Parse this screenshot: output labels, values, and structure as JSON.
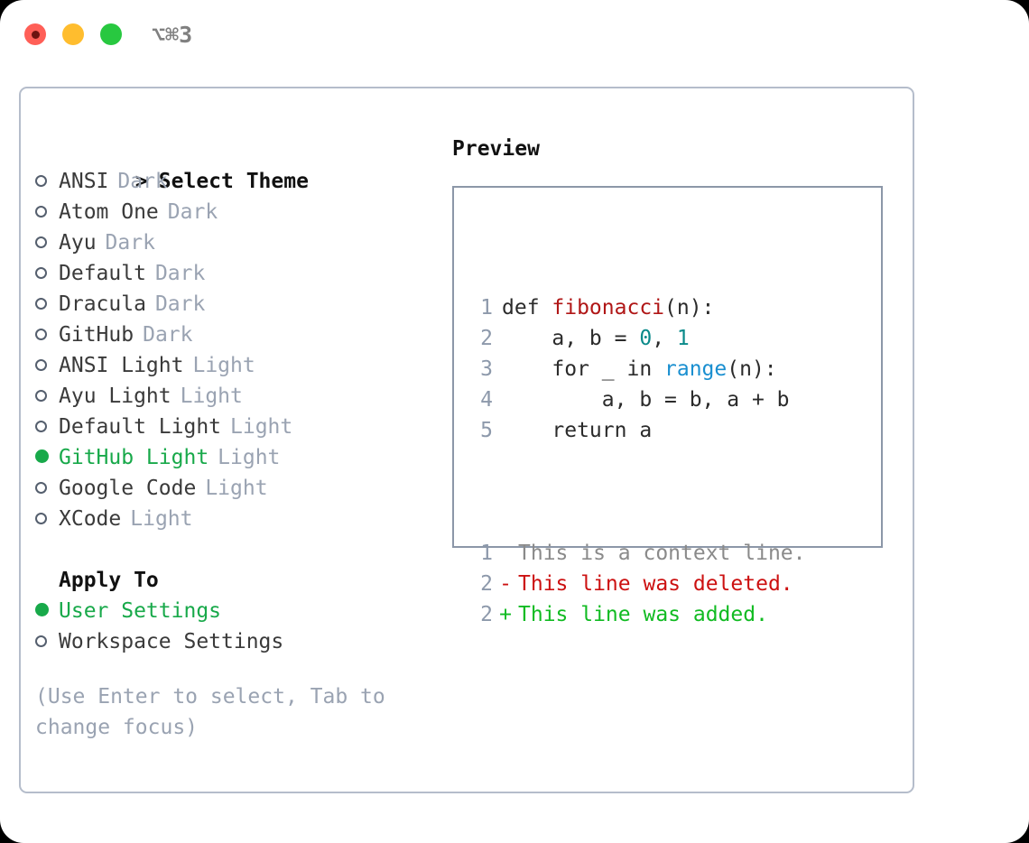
{
  "window": {
    "shortcut": "⌥⌘3",
    "traffic_lights": [
      {
        "name": "close-button",
        "color": "#ff5f57"
      },
      {
        "name": "minimize-button",
        "color": "#ffbd2e"
      },
      {
        "name": "zoom-button",
        "color": "#28c840"
      }
    ]
  },
  "theme_picker": {
    "header_prefix": "> ",
    "header": "Select Theme",
    "items": [
      {
        "marker": "empty",
        "name": "ANSI",
        "kind": "Dark",
        "selected": false
      },
      {
        "marker": "empty",
        "name": "Atom One",
        "kind": "Dark",
        "selected": false
      },
      {
        "marker": "empty",
        "name": "Ayu",
        "kind": "Dark",
        "selected": false
      },
      {
        "marker": "empty",
        "name": "Default",
        "kind": "Dark",
        "selected": false
      },
      {
        "marker": "empty",
        "name": "Dracula",
        "kind": "Dark",
        "selected": false
      },
      {
        "marker": "empty",
        "name": "GitHub",
        "kind": "Dark",
        "selected": false
      },
      {
        "marker": "empty",
        "name": "ANSI Light",
        "kind": "Light",
        "selected": false
      },
      {
        "marker": "empty",
        "name": "Ayu Light",
        "kind": "Light",
        "selected": false
      },
      {
        "marker": "empty",
        "name": "Default Light",
        "kind": "Light",
        "selected": false
      },
      {
        "marker": "filled",
        "name": "GitHub Light",
        "kind": "Light",
        "selected": true
      },
      {
        "marker": "empty",
        "name": "Google Code",
        "kind": "Light",
        "selected": false
      },
      {
        "marker": "empty",
        "name": "XCode",
        "kind": "Light",
        "selected": false
      }
    ]
  },
  "apply_to": {
    "header": "Apply To",
    "items": [
      {
        "marker": "filled",
        "name": "User Settings",
        "selected": true
      },
      {
        "marker": "empty",
        "name": "Workspace Settings",
        "selected": false
      }
    ]
  },
  "hint": "(Use Enter to select, Tab to change focus)",
  "preview": {
    "title": "Preview",
    "code_lines": [
      {
        "num": "1",
        "segments": [
          {
            "text": "def ",
            "token": "plain"
          },
          {
            "text": "fibonacci",
            "token": "fn"
          },
          {
            "text": "(n):",
            "token": "plain"
          }
        ]
      },
      {
        "num": "2",
        "segments": [
          {
            "text": "    a, b = ",
            "token": "plain"
          },
          {
            "text": "0",
            "token": "num"
          },
          {
            "text": ", ",
            "token": "plain"
          },
          {
            "text": "1",
            "token": "num"
          }
        ]
      },
      {
        "num": "3",
        "segments": [
          {
            "text": "    for _ in ",
            "token": "plain"
          },
          {
            "text": "range",
            "token": "call"
          },
          {
            "text": "(n):",
            "token": "plain"
          }
        ]
      },
      {
        "num": "4",
        "segments": [
          {
            "text": "        a, b = b, a + b",
            "token": "plain"
          }
        ]
      },
      {
        "num": "5",
        "segments": [
          {
            "text": "    return a",
            "token": "plain"
          }
        ]
      }
    ],
    "diff_lines": [
      {
        "num": "1",
        "sign": " ",
        "text": "This is a context line.",
        "kind": "ctx"
      },
      {
        "num": "2",
        "sign": "-",
        "text": "This line was deleted.",
        "kind": "del"
      },
      {
        "num": "2",
        "sign": "+",
        "text": "This line was added.",
        "kind": "add"
      }
    ]
  },
  "colors": {
    "selected_green": "#18a94a",
    "muted": "#9aa3b2",
    "card_border": "#b5bdcb",
    "preview_border": "#8c97a8",
    "diff_add": "#11bb22",
    "diff_del": "#cc1111",
    "token_fn": "#b01616",
    "token_num": "#0a8a8a",
    "token_call": "#1a8fd0"
  }
}
